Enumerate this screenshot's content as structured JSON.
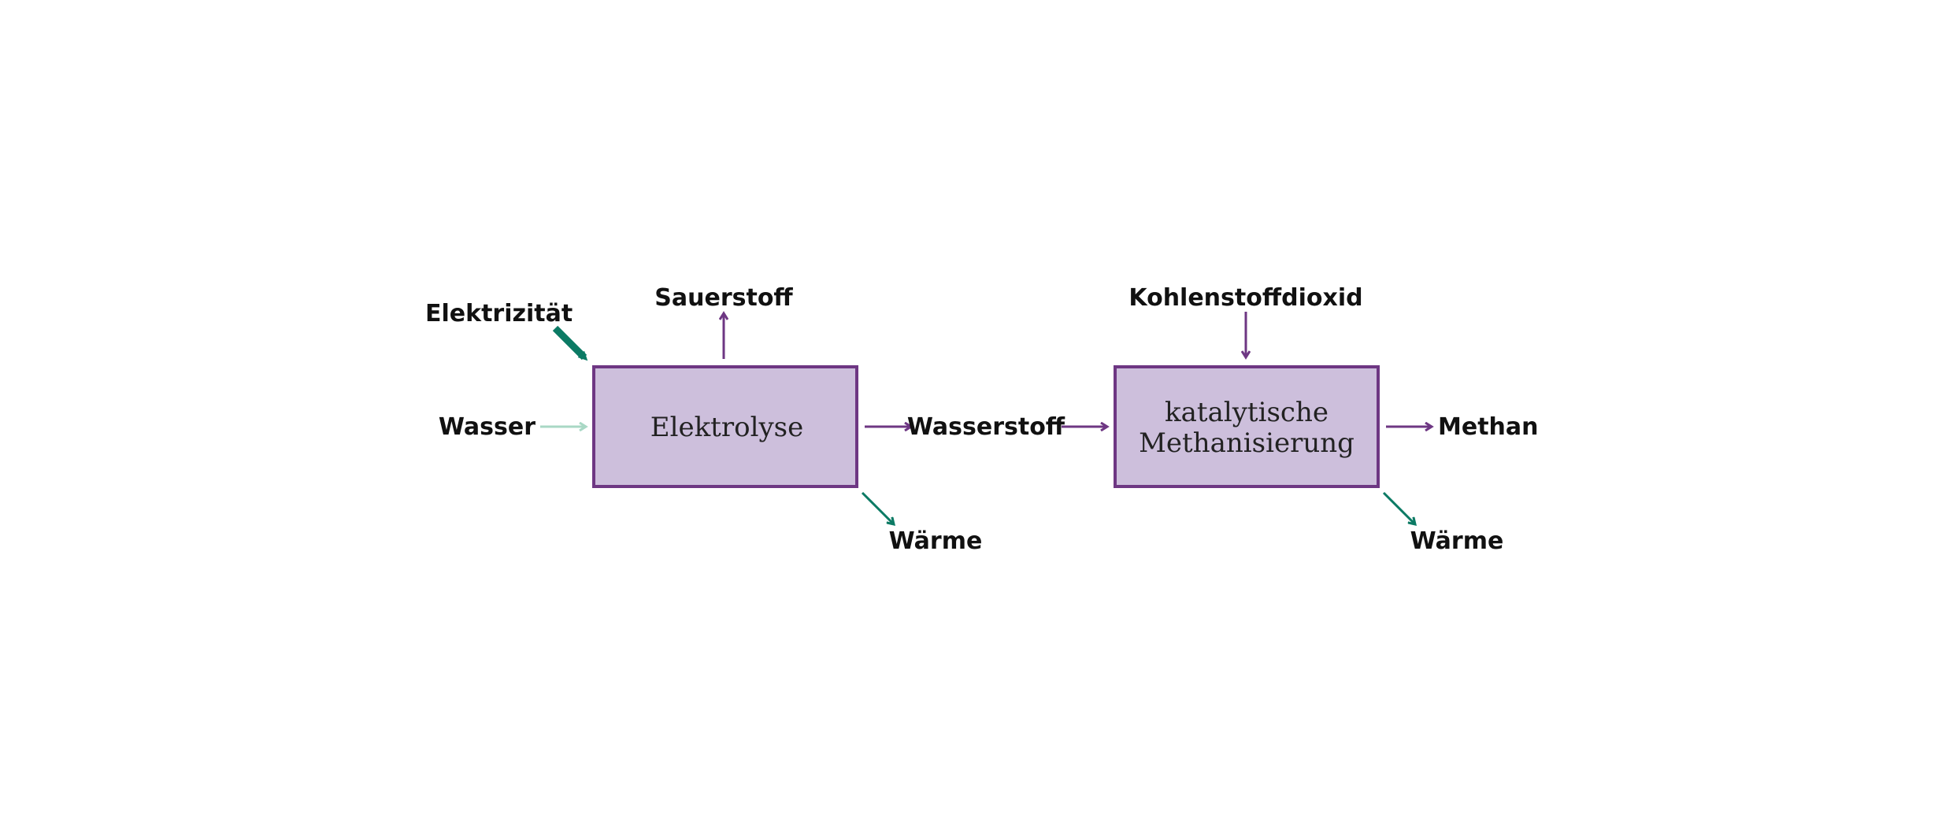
{
  "colors": {
    "process_fill": "#cdbfdc",
    "process_stroke": "#6e3783",
    "purple_arrow": "#6e3783",
    "teal_arrow": "#0b7a64",
    "light_teal_arrow": "#a9d8c5",
    "label_text": "#111111"
  },
  "inputs": {
    "elektrizitaet": "Elektrizität",
    "wasser": "Wasser",
    "kohlenstoffdioxid": "Kohlenstoffdioxid"
  },
  "outputs": {
    "sauerstoff": "Sauerstoff",
    "waerme_1": "Wärme",
    "waerme_2": "Wärme",
    "methan": "Methan"
  },
  "intermediate": {
    "wasserstoff": "Wasserstoff"
  },
  "processes": {
    "elektrolyse": "Elektrolyse",
    "methanisierung_line1": "katalytische",
    "methanisierung_line2": "Methanisierung"
  }
}
